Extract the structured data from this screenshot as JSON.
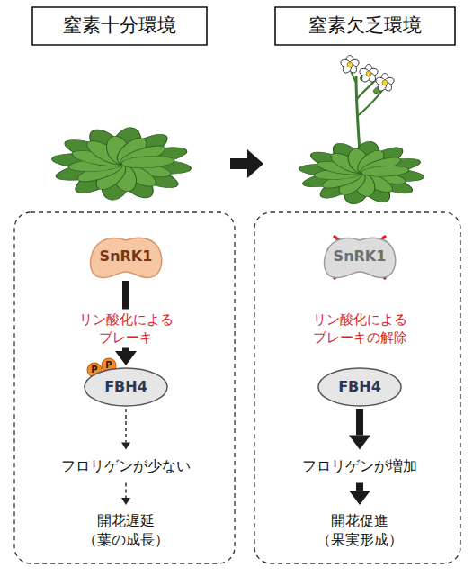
{
  "diagram": {
    "nodes": [
      {
        "text": [
          "窒素十分環境"
        ]
      },
      {
        "text": [
          "窒素欠乏環境"
        ]
      },
      {
        "text": [
          "SnRK1"
        ]
      },
      {
        "text": [
          "FBH4"
        ]
      },
      {
        "text": [
          "フロリゲンが少ない"
        ]
      },
      {
        "text": [
          "開花遅延",
          "（葉の成長）"
        ]
      },
      {
        "text": [
          "SnRK1"
        ]
      },
      {
        "text": [
          "FBH4"
        ]
      },
      {
        "text": [
          "フロリゲンが増加"
        ]
      },
      {
        "text": [
          "開花促進",
          "（果実形成）"
        ]
      }
    ],
    "edges": [
      {
        "from": 2,
        "to": 3,
        "arrow": "to",
        "label": "リン酸化による ブレーキ"
      },
      {
        "from": 3,
        "to": 4,
        "arrow": "to"
      },
      {
        "from": 4,
        "to": 5,
        "arrow": "to"
      },
      {
        "from": 7,
        "to": 8,
        "arrow": "to"
      },
      {
        "from": 8,
        "to": 9,
        "arrow": "to"
      }
    ],
    "labels": [
      "P",
      "P",
      "リン酸化による ブレーキの解除"
    ]
  }
}
